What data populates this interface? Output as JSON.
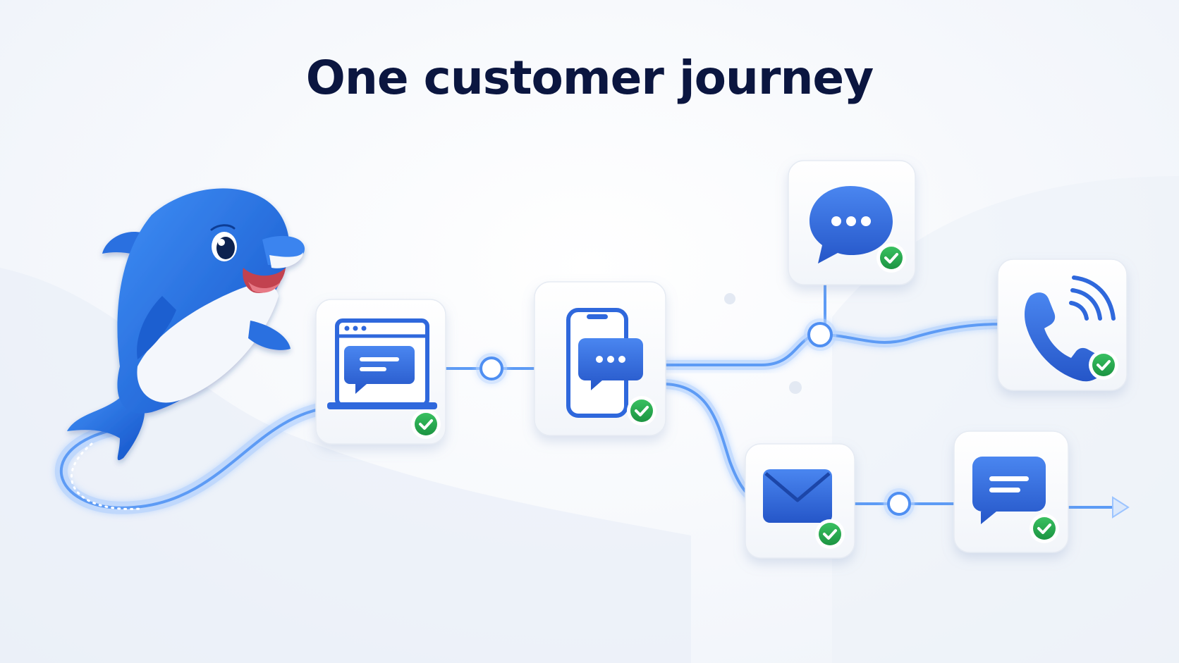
{
  "header": {
    "title": "One customer journey"
  },
  "colors": {
    "title": "#0b1640",
    "icon_blue": "#2f68dc",
    "path_glow": "#7fb2ff",
    "check_green": "#22a24a",
    "card_bg": "#fbfcfe"
  },
  "mascot": {
    "name": "dolphin-mascot"
  },
  "channels": [
    {
      "id": "web-chat",
      "icon": "laptop-chat-icon",
      "completed": true
    },
    {
      "id": "mobile-chat",
      "icon": "phone-chat-icon",
      "completed": true
    },
    {
      "id": "messaging",
      "icon": "speech-bubble-dots-icon",
      "completed": true
    },
    {
      "id": "voice-call",
      "icon": "phone-call-icon",
      "completed": true
    },
    {
      "id": "email",
      "icon": "envelope-icon",
      "completed": true
    },
    {
      "id": "chat-message",
      "icon": "chat-lines-icon",
      "completed": true
    }
  ]
}
